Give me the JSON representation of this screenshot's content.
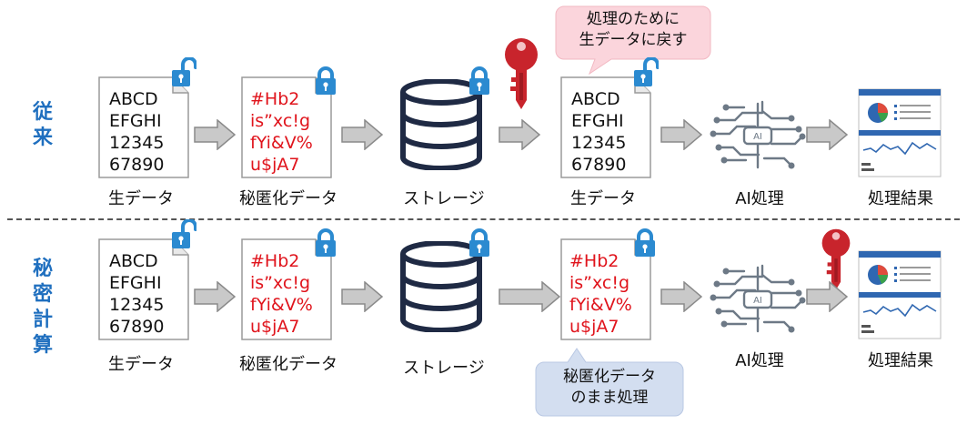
{
  "rows": {
    "conventional": {
      "label_chars": [
        "従",
        "来"
      ],
      "caption_raw": "生データ",
      "caption_encrypted": "秘匿化データ",
      "caption_storage": "ストレージ",
      "caption_raw_again": "生データ",
      "caption_ai": "AI処理",
      "caption_result": "処理結果",
      "callout": [
        "処理のために",
        "生データに戻す"
      ]
    },
    "secure": {
      "label_chars": [
        "秘",
        "密",
        "計",
        "算"
      ],
      "caption_raw": "生データ",
      "caption_encrypted": "秘匿化データ",
      "caption_storage": "ストレージ",
      "caption_ai": "AI処理",
      "caption_result": "処理結果",
      "callout": [
        "秘匿化データ",
        "のまま処理"
      ]
    }
  },
  "raw_text": "ABCD\nEFGHI\n12345\n67890",
  "encrypted_text": "#Hb2\nis”xc!g\nfYi&V%\nu$jA7",
  "colors": {
    "label_blue": "#1f6fbf",
    "lock_blue": "#2b8ad0",
    "key_red": "#c8242c",
    "encrypted_red": "#e0141c",
    "callout_pink": "#fbd5dc",
    "callout_blue": "#d3def0"
  },
  "icons": [
    "document-icon",
    "lock-open-icon",
    "lock-closed-icon",
    "database-icon",
    "key-icon",
    "ai-brain-icon",
    "dashboard-result-icon",
    "arrow-right-icon"
  ]
}
